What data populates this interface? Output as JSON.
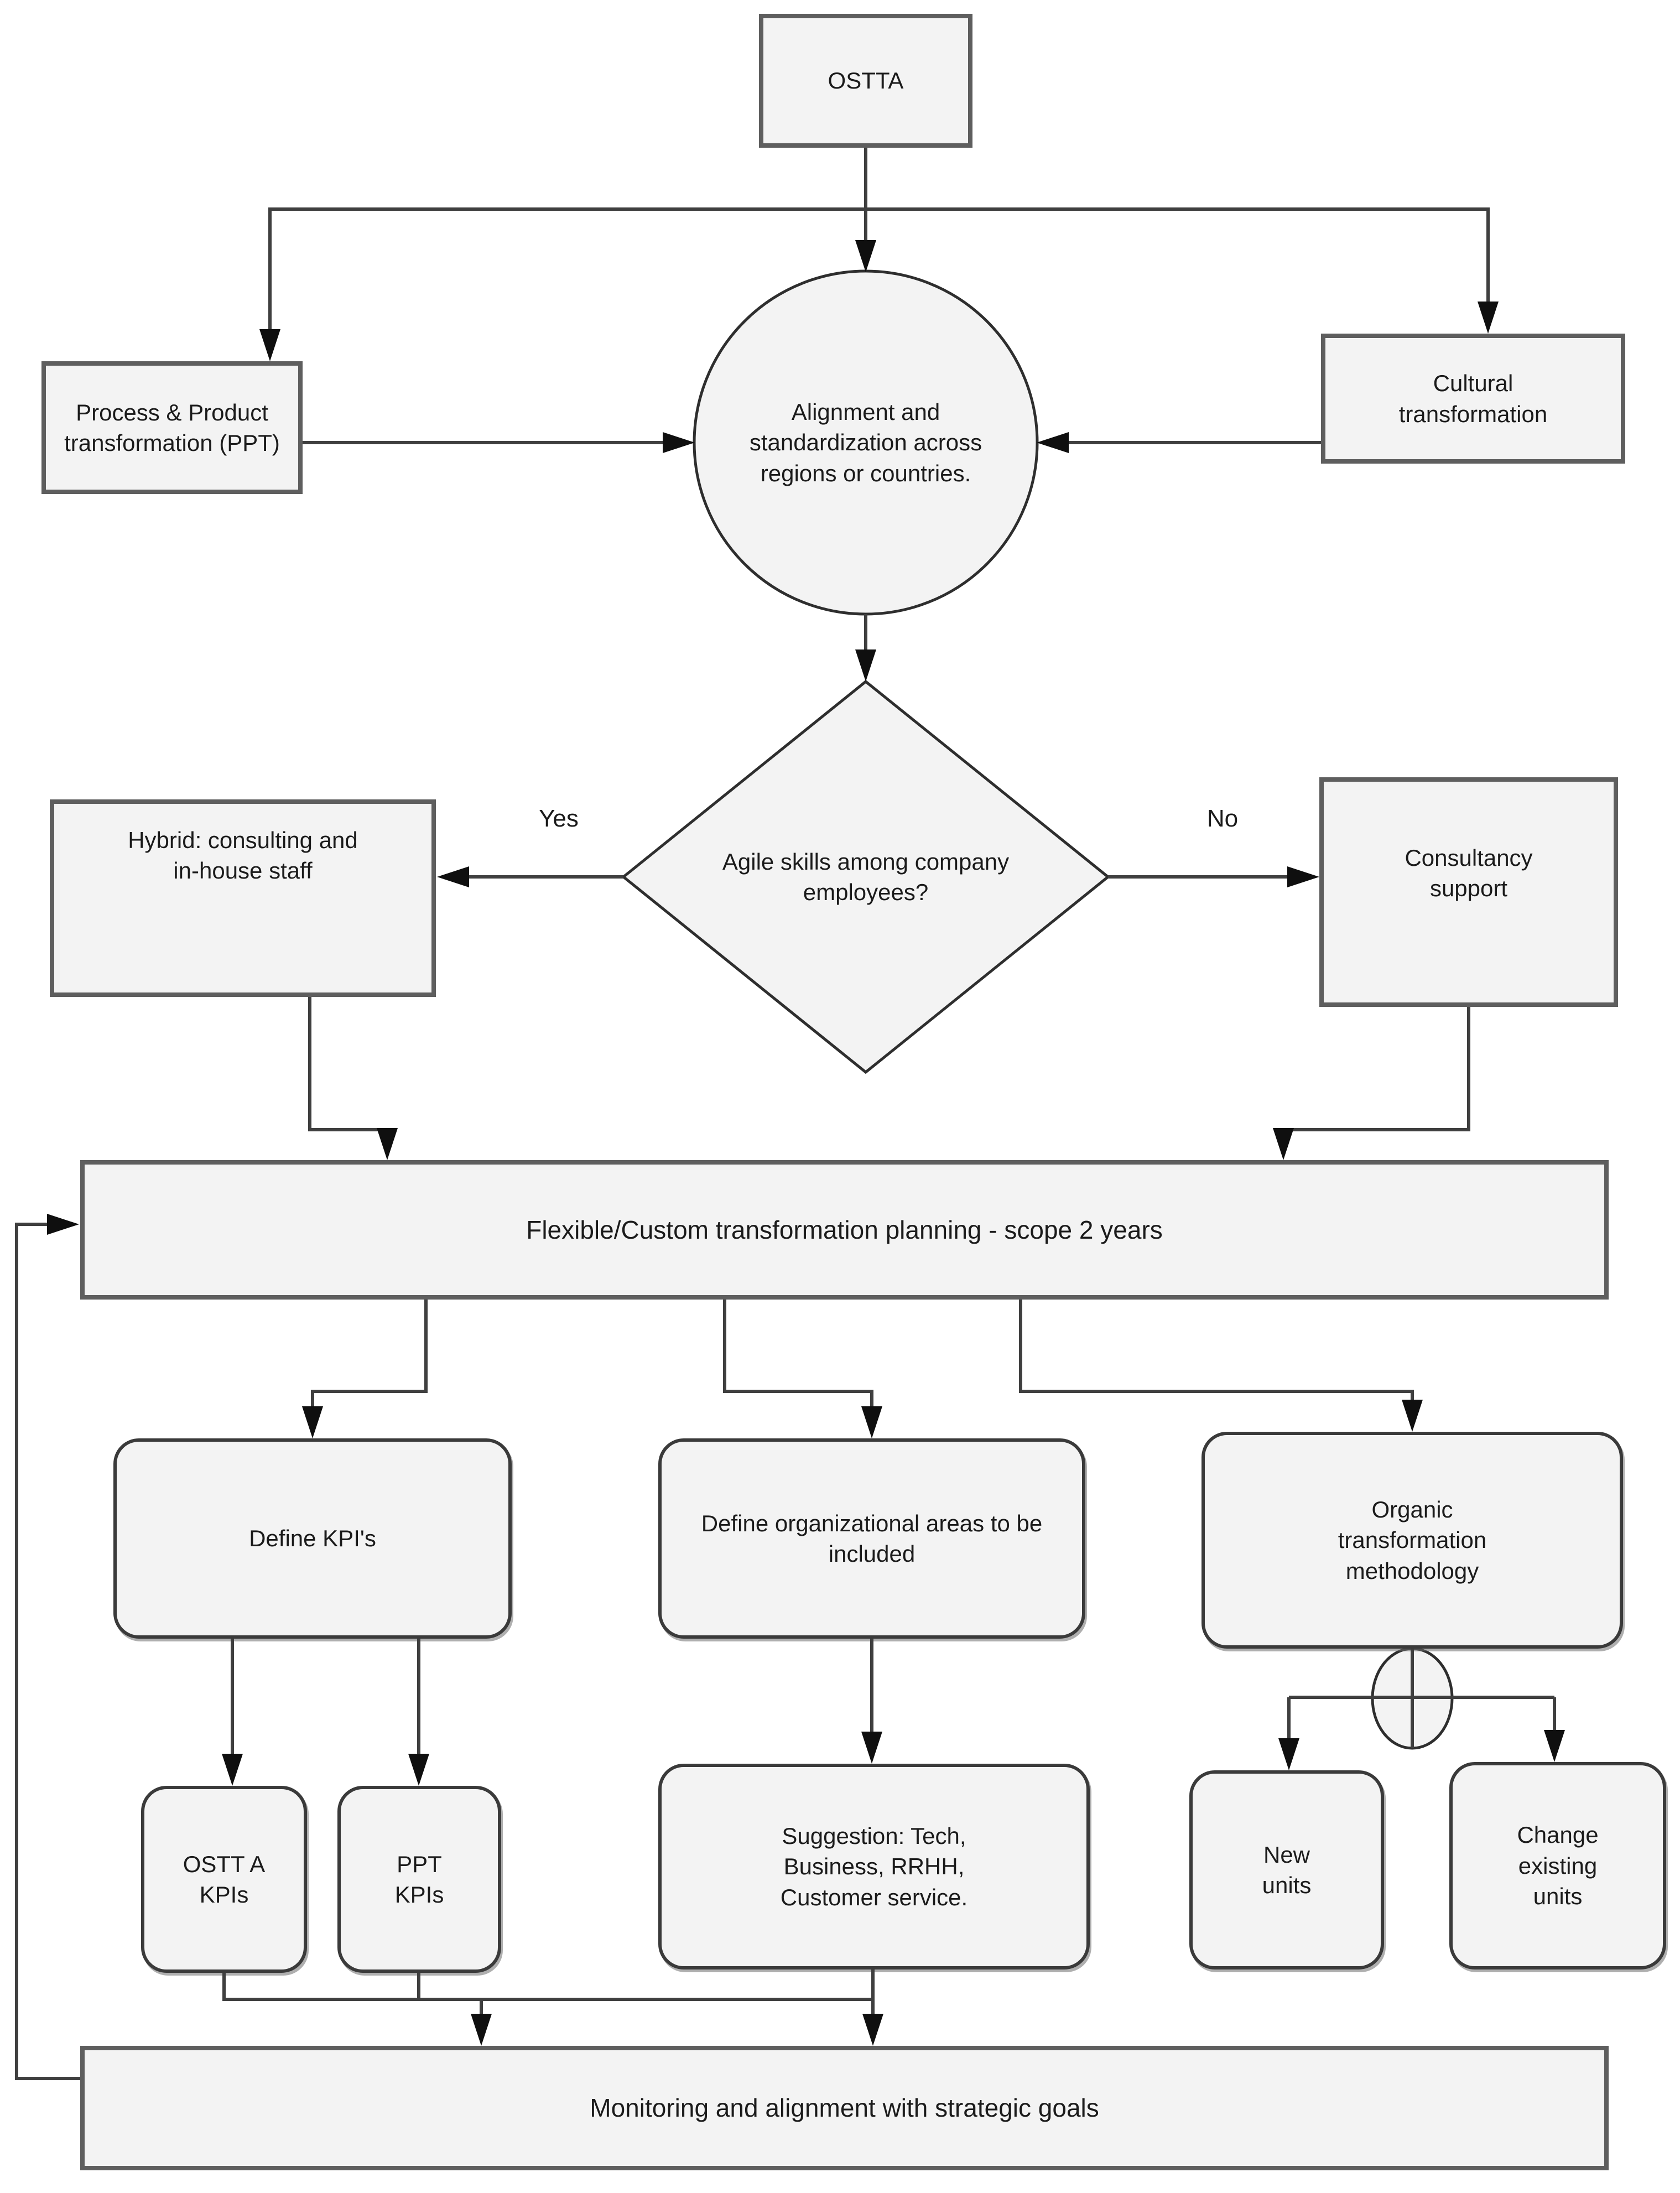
{
  "diagram": {
    "nodes": {
      "ostta": "OSTTA",
      "ppt": "Process & Product transformation (PPT)",
      "alignment": "Alignment and standardization across regions or countries.",
      "cultural": "Cultural transformation",
      "agile": "Agile skills among company employees?",
      "hybrid": "Hybrid: consulting and in-house staff",
      "consultancy": "Consultancy support",
      "planning": "Flexible/Custom transformation planning - scope 2 years",
      "define_kpis": "Define KPI's",
      "define_areas": "Define organizational areas to be included",
      "organic": "Organic transformation methodology",
      "ostta_kpis": "OSTT A KPIs",
      "ppt_kpis": "PPT KPIs",
      "suggestion": "Suggestion: Tech, Business, RRHH, Customer service.",
      "new_units": "New units",
      "change_units": "Change existing units",
      "monitoring": "Monitoring and alignment with strategic goals"
    },
    "edge_labels": {
      "yes": "Yes",
      "no": "No"
    },
    "colors": {
      "background": "#ffffff",
      "node_fill": "#f3f3f3",
      "box_border": "#5e5e5e",
      "rounded_border": "#3a3a3a",
      "line": "#3f3f3f",
      "arrow": "#0f0f0f",
      "text": "#1b1b1b"
    }
  }
}
